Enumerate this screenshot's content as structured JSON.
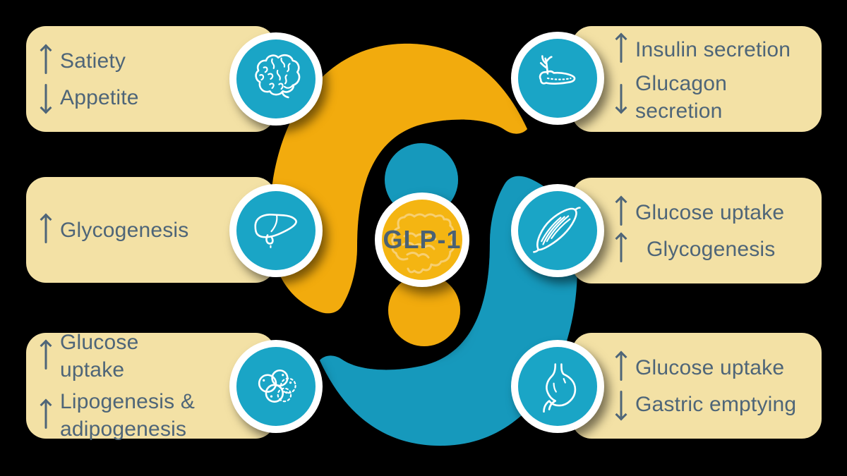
{
  "diagram": {
    "title": "GLP-1 physiological effects",
    "center": {
      "label": "GLP-1",
      "icon": "intestine-icon"
    },
    "colors": {
      "yellow": "#F2AB0D",
      "teal": "#1699BC",
      "icon_teal": "#1AA5C6",
      "card_bg": "#F3E1A5",
      "text": "#4E6578",
      "ring": "#FFFFFF",
      "background": "#000000",
      "intestine": "#F7D17C",
      "center_yellow": "#F4B512"
    },
    "cards": [
      {
        "id": "brain",
        "organ": "brain",
        "icon": "brain-icon",
        "position": "top-left",
        "lines": [
          {
            "direction": "up",
            "text": "Satiety"
          },
          {
            "direction": "down",
            "text": "Appetite"
          }
        ]
      },
      {
        "id": "liver",
        "organ": "liver",
        "icon": "liver-icon",
        "position": "middle-left",
        "lines": [
          {
            "direction": "up",
            "text": "Glycogenesis"
          }
        ]
      },
      {
        "id": "adipose",
        "organ": "adipose tissue",
        "icon": "fat-cells-icon",
        "position": "bottom-left",
        "lines": [
          {
            "direction": "up",
            "text": "Glucose uptake"
          },
          {
            "direction": "up",
            "text": "Lipogenesis & adipogenesis"
          }
        ]
      },
      {
        "id": "pancreas",
        "organ": "pancreas",
        "icon": "pancreas-icon",
        "position": "top-right",
        "lines": [
          {
            "direction": "up",
            "text": "Insulin secretion"
          },
          {
            "direction": "down",
            "text": "Glucagon secretion"
          }
        ]
      },
      {
        "id": "muscle",
        "organ": "skeletal muscle",
        "icon": "muscle-icon",
        "position": "middle-right",
        "lines": [
          {
            "direction": "up",
            "text": "Glucose uptake"
          },
          {
            "direction": "up",
            "text": "Glycogenesis"
          }
        ]
      },
      {
        "id": "stomach",
        "organ": "stomach",
        "icon": "stomach-icon",
        "position": "bottom-right",
        "lines": [
          {
            "direction": "up",
            "text": "Glucose uptake"
          },
          {
            "direction": "down",
            "text": "Gastric emptying"
          }
        ]
      }
    ]
  }
}
